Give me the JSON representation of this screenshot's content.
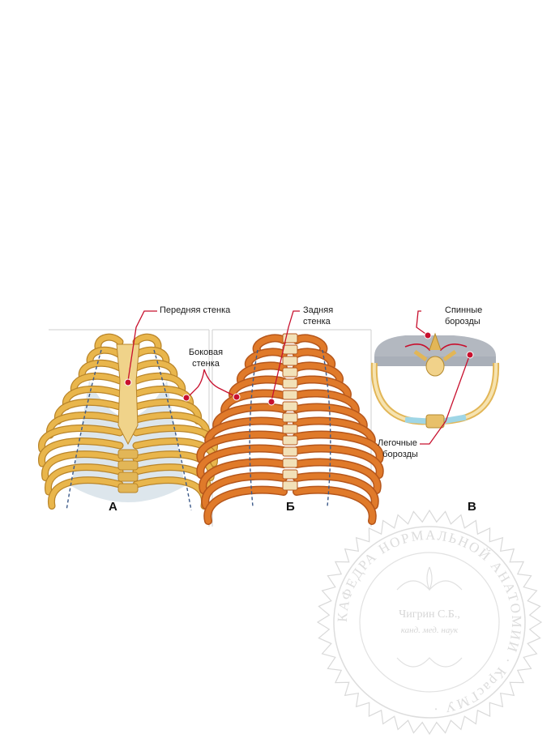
{
  "labels": {
    "anterior_wall": "Передняя стенка",
    "lateral_wall_line1": "Боковая",
    "lateral_wall_line2": "стенка",
    "posterior_wall_line1": "Задняя",
    "posterior_wall_line2": "стенка",
    "dorsal_grooves_line1": "Спинные",
    "dorsal_grooves_line2": "борозды",
    "pulmonary_grooves_line1": "Легочные",
    "pulmonary_grooves_line2": "борозды"
  },
  "panels": {
    "a": "А",
    "b": "Б",
    "v": "В"
  },
  "stamp": {
    "ring_text": "КАФЕДРА НОРМАЛЬНОЙ АНАТОМИИ · КрасГМУ ·",
    "name": "Чигрин С.Б.,",
    "degree": "канд. мед. наук"
  },
  "colors": {
    "bone_front": "#e9b64c",
    "bone_back": "#e07a2a",
    "cartilage": "#d9e3ea",
    "pointer": "#c8102e",
    "dashed": "#3c5a8a",
    "groove_fill": "#a9afb8",
    "stamp": "#d8d8d8"
  }
}
